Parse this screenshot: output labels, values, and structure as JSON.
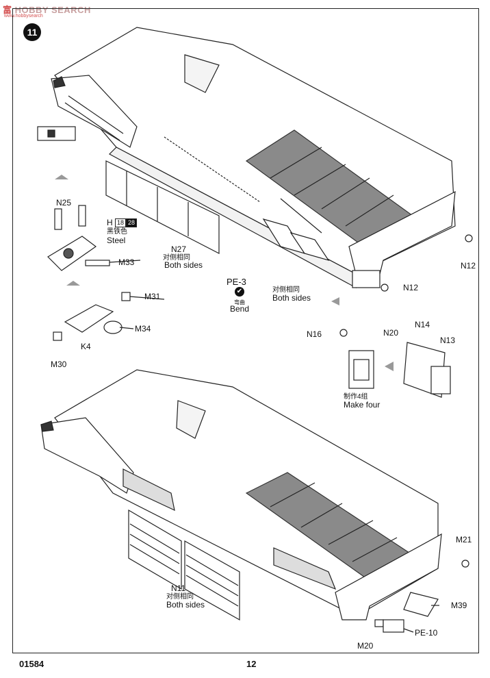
{
  "watermark": {
    "cn": "富",
    "brand": "HOBBY SEARCH",
    "sub": "www.hobbysearch"
  },
  "step_number": "11",
  "footer": {
    "code": "01584",
    "page": "12"
  },
  "labels": {
    "n25": "N25",
    "h_prefix": "H",
    "h_num1": "18",
    "h_num2": "28",
    "steel_cn": "黑铁色",
    "steel_en": "Steel",
    "m33": "M33",
    "n27": "N27",
    "n27_cn": "对侧相同",
    "n27_en": "Both sides",
    "pe3": "PE-3",
    "bend_cn": "弯曲",
    "bend_en": "Bend",
    "both_cn": "对侧相同",
    "both_en": "Both sides",
    "n12_top": "N12",
    "n12_bottom": "N12",
    "m31": "M31",
    "m34": "M34",
    "k4": "K4",
    "m30": "M30",
    "n16": "N16",
    "n20": "N20",
    "n14": "N14",
    "n13": "N13",
    "make_cn": "制作4组",
    "make_en": "Make four",
    "n11": "N11",
    "n11_cn": "对侧相同",
    "n11_en": "Both sides",
    "m21": "M21",
    "m39": "M39",
    "pe10": "PE-10",
    "m20": "M20"
  }
}
